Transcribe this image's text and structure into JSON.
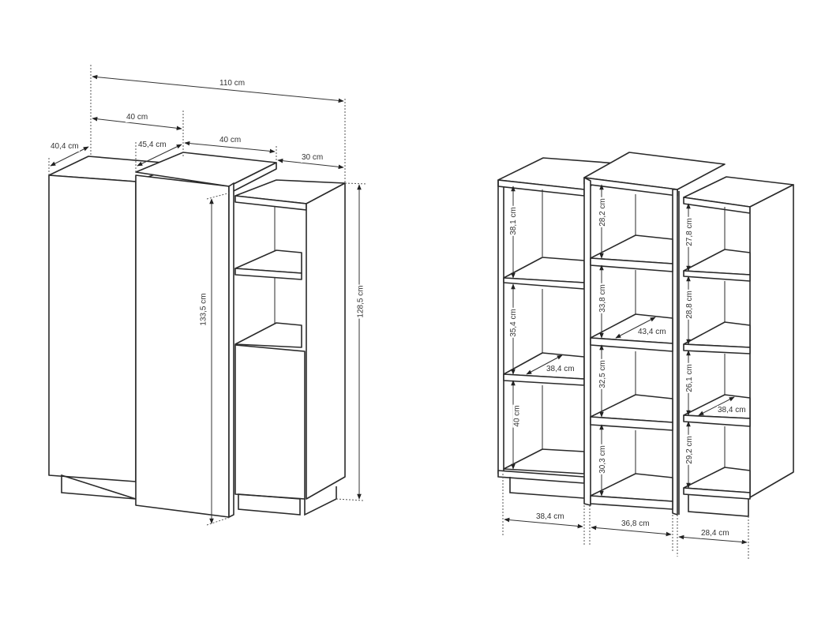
{
  "views": {
    "closed_view": {
      "total_width": "110 cm",
      "left_unit_width": "40 cm",
      "left_unit_depth": "40,4 cm",
      "middle_unit_depth": "45,4 cm",
      "middle_unit_width": "40 cm",
      "right_unit_width": "30 cm",
      "middle_unit_height": "133,5 cm",
      "right_unit_height": "128,5 cm"
    },
    "open_view": {
      "left_unit": {
        "compartments": [
          "38,1 cm",
          "35,4 cm",
          "40 cm"
        ],
        "shelf_depth": "38,4 cm",
        "width": "38,4 cm"
      },
      "middle_unit": {
        "compartments": [
          "28,2 cm",
          "33,8 cm",
          "32,5 cm",
          "30,3 cm"
        ],
        "shelf_depth": "43,4 cm",
        "width": "36,8 cm"
      },
      "right_unit": {
        "compartments": [
          "27,8 cm",
          "28,8 cm",
          "26,1 cm",
          "29,2 cm"
        ],
        "shelf_depth": "38,4 cm",
        "width": "28,4 cm"
      }
    }
  },
  "colors": {
    "line": "#2a2a2a",
    "background": "#ffffff"
  }
}
